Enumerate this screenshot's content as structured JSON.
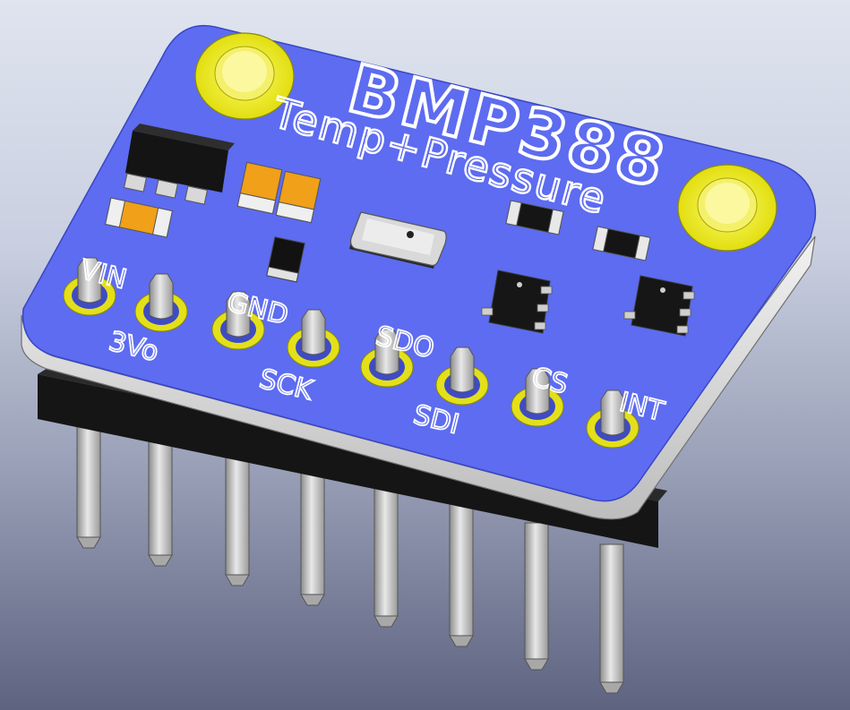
{
  "board": {
    "title": "BMP388",
    "subtitle": "Temp+Pressure",
    "pins": [
      "VIN",
      "3Vo",
      "GND",
      "SCK",
      "SDO",
      "SDI",
      "CS",
      "INT"
    ]
  },
  "colors": {
    "pcb": "#5d6cf0",
    "pcb_edge": "#4655d8",
    "silkscreen": "#ffffff",
    "pad_gold": "#e3e01a",
    "header_black": "#151515",
    "pin_metal": "#c9c9c9",
    "cap_orange": "#f0a019"
  }
}
